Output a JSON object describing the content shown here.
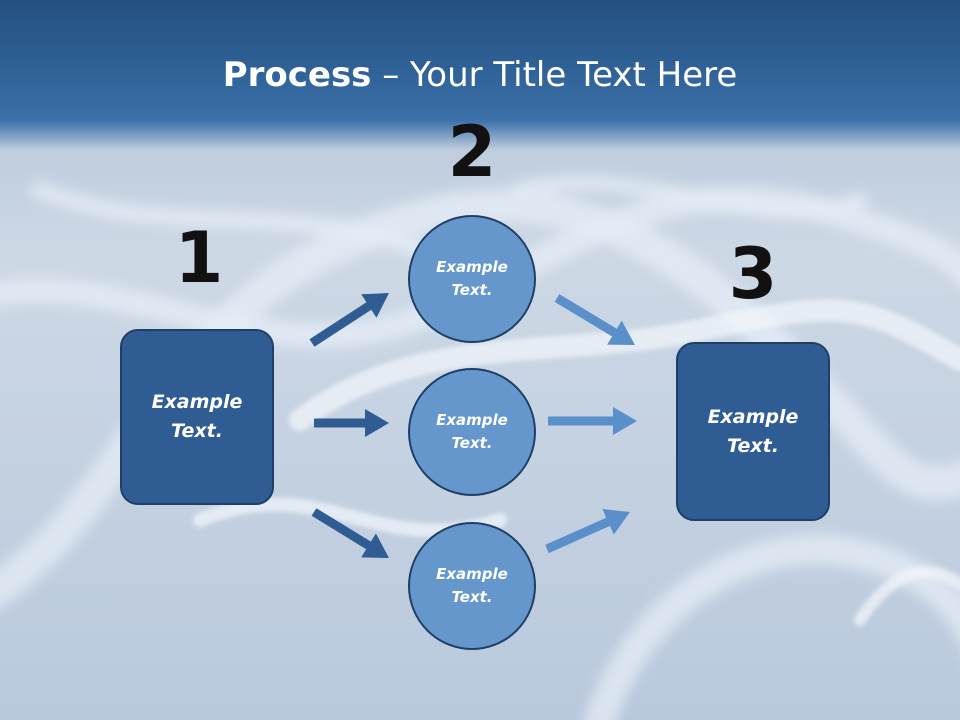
{
  "title": {
    "strong": "Process",
    "rest": " – Your Title Text Here"
  },
  "colors": {
    "dark_arrow": "#2f5c92",
    "light_arrow": "#5b8fca",
    "box_fill": "#2f5c92",
    "circle_fill": "#6597cc",
    "outline": "#1f3f66"
  },
  "steps": [
    {
      "number": "1",
      "label": "Example Text."
    },
    {
      "number": "2",
      "items": [
        {
          "label": "Example Text."
        },
        {
          "label": "Example Text."
        },
        {
          "label": "Example Text."
        }
      ]
    },
    {
      "number": "3",
      "label": "Example Text."
    }
  ]
}
